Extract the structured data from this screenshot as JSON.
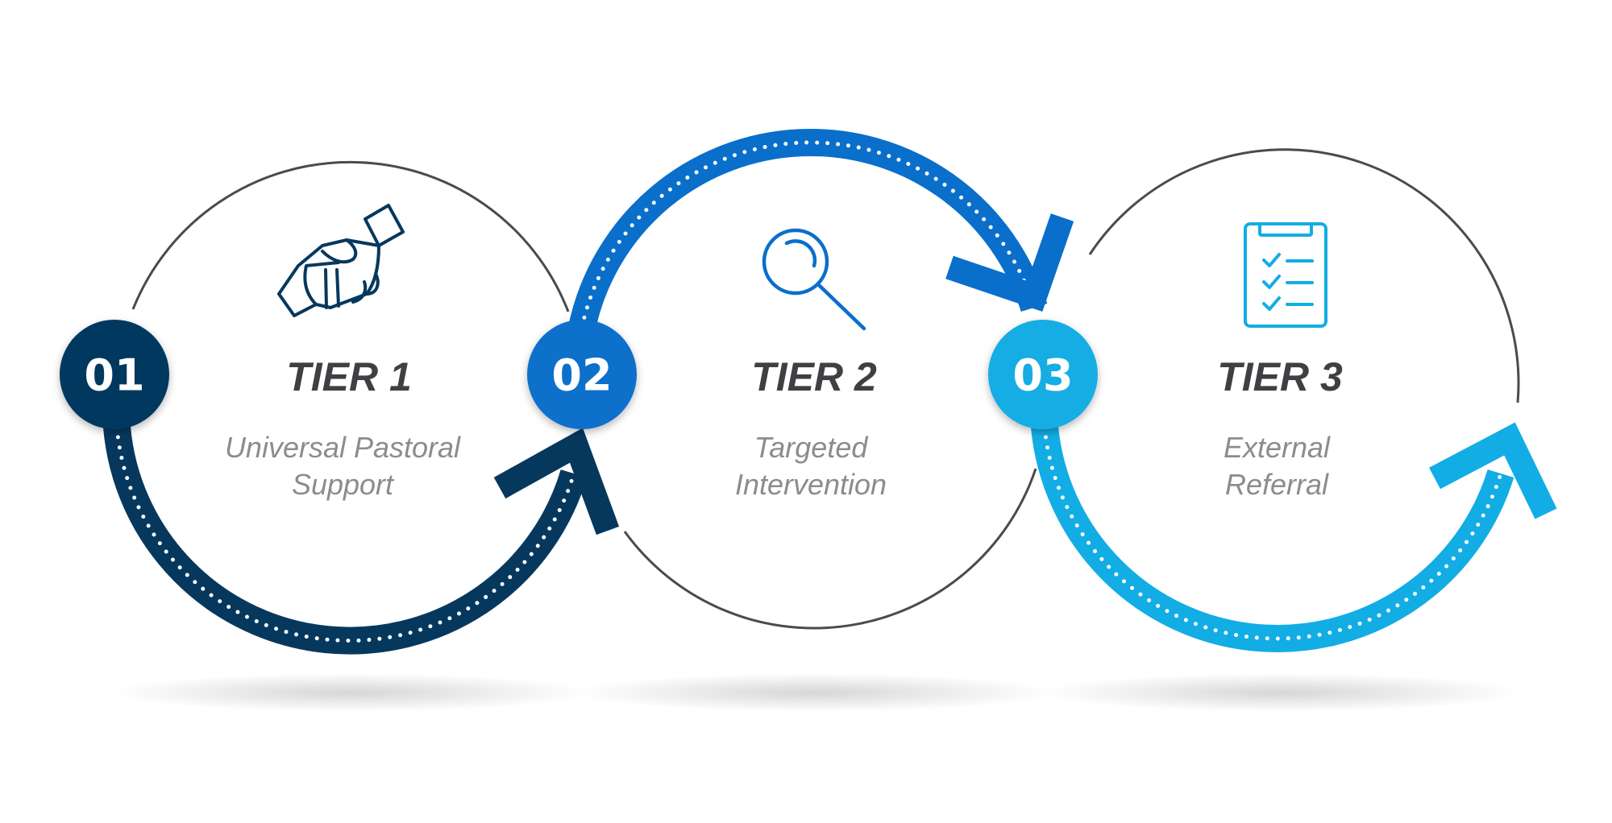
{
  "colors": {
    "tier1": "#06385e",
    "tier2": "#0a6fcb",
    "tier3": "#12ade4",
    "outline": "#4a4a4f",
    "title_text": "#3f3f44",
    "subtitle_text": "#8c8c90"
  },
  "tiers": [
    {
      "number": "01",
      "title": "TIER 1",
      "subtitle_line1": "Universal Pastoral",
      "subtitle_line2": "Support",
      "icon": "handshake-icon"
    },
    {
      "number": "02",
      "title": "TIER 2",
      "subtitle_line1": "Targeted",
      "subtitle_line2": "Intervention",
      "icon": "magnifier-icon"
    },
    {
      "number": "03",
      "title": "TIER 3",
      "subtitle_line1": "External",
      "subtitle_line2": "Referral",
      "icon": "checklist-icon"
    }
  ]
}
